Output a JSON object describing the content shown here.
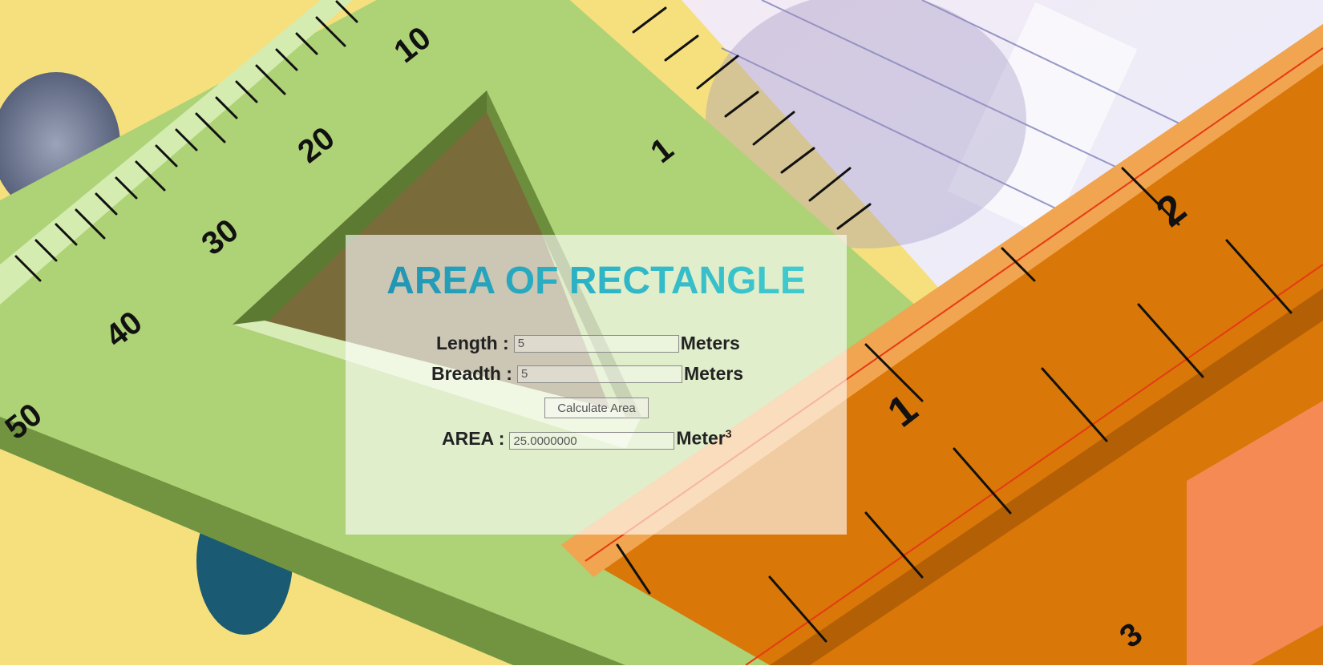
{
  "page": {
    "title": "AREA OF RECTANGLE"
  },
  "form": {
    "length_label": "Length :",
    "length_value": "5",
    "length_unit": "Meters",
    "breadth_label": "Breadth :",
    "breadth_value": "5",
    "breadth_unit": "Meters",
    "calculate_label": "Calculate Area",
    "area_label": "AREA :",
    "area_value": "25.0000000",
    "area_unit": "Meter",
    "area_unit_exponent": "3"
  },
  "background": {
    "green_ruler_labels": [
      "10",
      "20",
      "30",
      "40",
      "50",
      "1",
      "3"
    ],
    "orange_ruler_labels": [
      "1",
      "2"
    ],
    "colors": {
      "green": "#aed276",
      "orange": "#d97708",
      "yellow": "#f5e07d",
      "title_start": "#1f8fae",
      "title_end": "#45cfd0"
    }
  }
}
